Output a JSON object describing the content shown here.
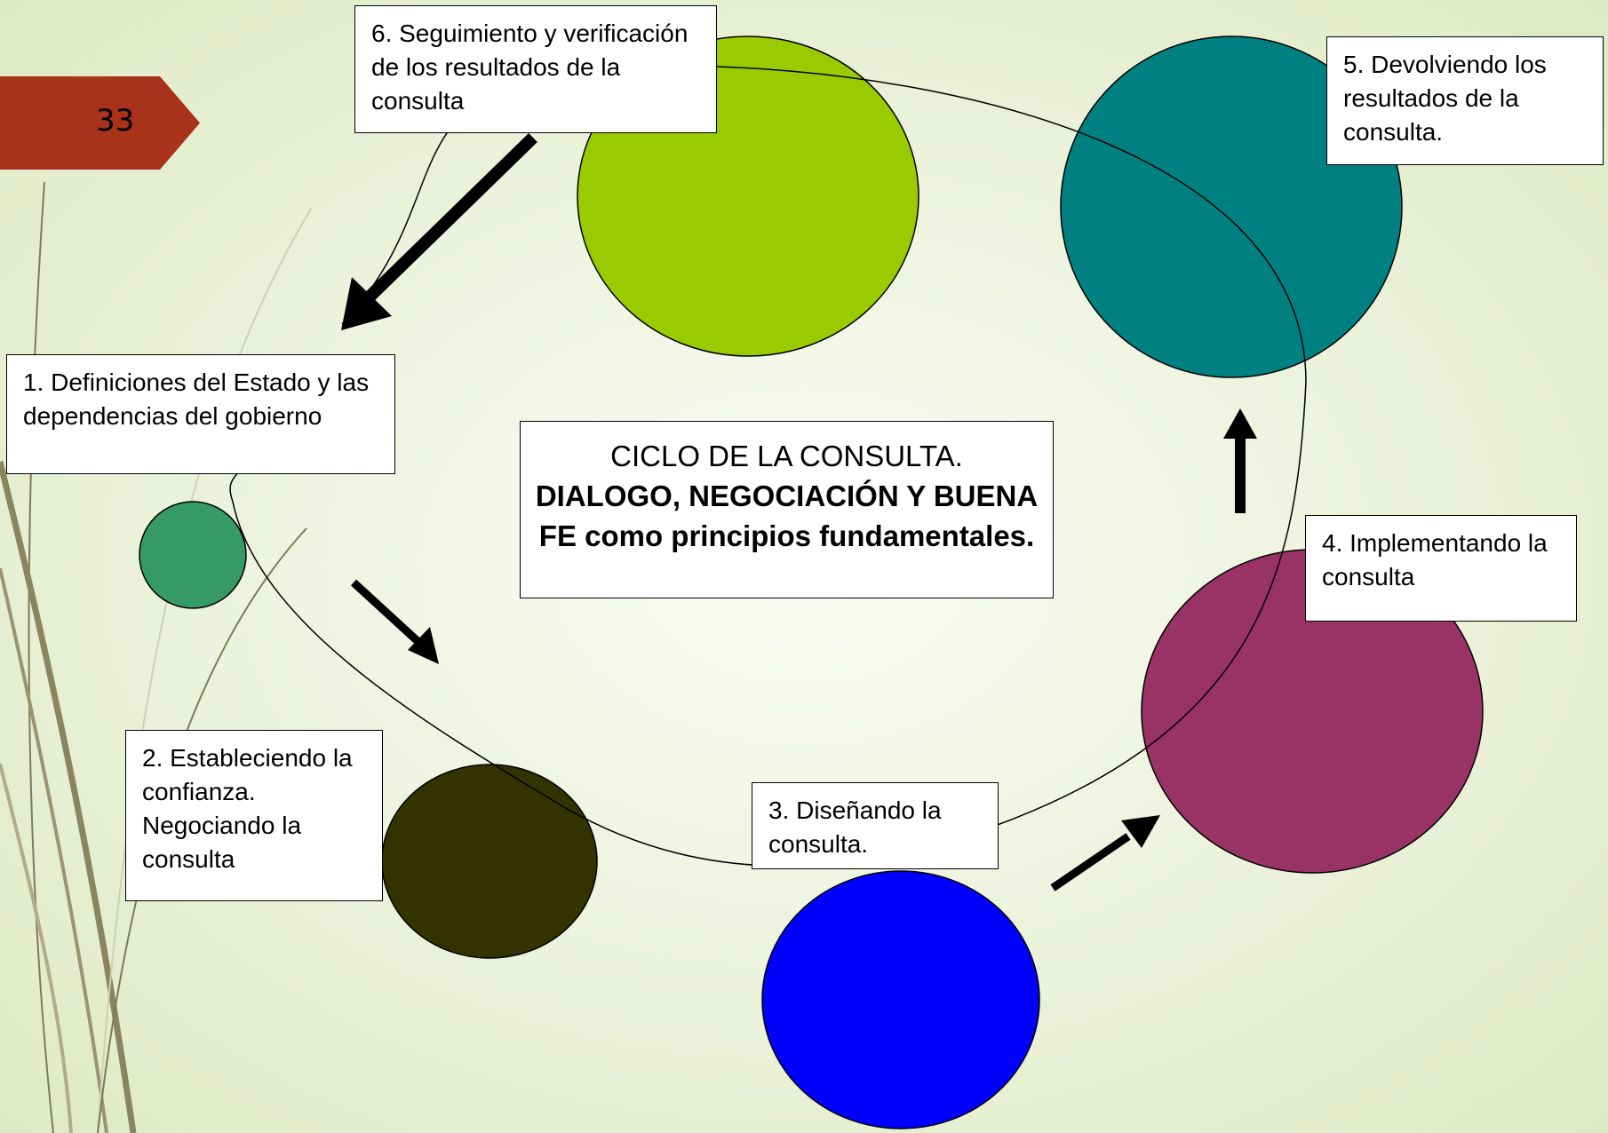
{
  "slide": {
    "number": "33"
  },
  "center": {
    "title": "CICLO DE LA CONSULTA.",
    "subtitle": "DIALOGO, NEGOCIACIÓN Y BUENA FE como principios fundamentales."
  },
  "steps": [
    {
      "label": "1. Definiciones del Estado y las dependencias del gobierno",
      "color": "#359a64"
    },
    {
      "label": "2. Estableciendo la confianza. Negociando la consulta",
      "color": "#333300"
    },
    {
      "label": "3. Diseñando la consulta.",
      "color": "#0000ff"
    },
    {
      "label": "4. Implementando la consulta",
      "color": "#993366"
    },
    {
      "label": "5. Devolviendo los resultados de la consulta.",
      "color": "#008080"
    },
    {
      "label": "6. Seguimiento y verificación de los resultados de la consulta",
      "color": "#99cc00"
    }
  ],
  "theme": {
    "tag_color": "#a8321a",
    "background": "#eef4df"
  }
}
